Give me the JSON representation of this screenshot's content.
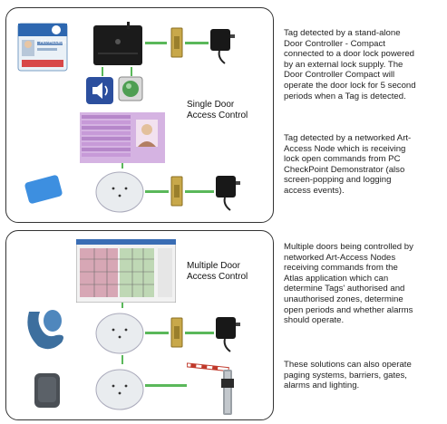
{
  "top_panel": {
    "label_line1": "Single Door",
    "label_line2": "Access Control",
    "card_title": "Art-Access",
    "card_name": "",
    "form_rows": [
      "",
      "",
      "",
      "",
      "",
      "",
      "",
      "",
      "",
      ""
    ],
    "icons": [
      "access-card-icon",
      "tag-reader-icon",
      "door-controller-compact-icon",
      "door-lock-icon",
      "lock-power-supply-icon",
      "speaker-icon",
      "push-button-icon",
      "key-fob-tag-icon",
      "art-access-node-icon",
      "pc-checkpoint-screen-icon"
    ]
  },
  "bottom_panel": {
    "label_line1": "Multiple Door",
    "label_line2": "Access Control",
    "icons": [
      "atlas-floorplan-screen-icon",
      "wristband-tag-icon",
      "key-tag-icon",
      "art-access-node-icon",
      "door-lock-icon",
      "lock-power-supply-icon",
      "barrier-gate-icon"
    ]
  },
  "descriptions": {
    "p1": [
      "Tag detected by a stand-alone",
      "Door Controller - Compact",
      "connected to a door lock powered",
      "by an external lock supply. The",
      "Door Controller Compact will",
      "operate the door lock for 5 second",
      "periods when a Tag is detected."
    ],
    "p2": [
      "Tag detected by a networked Art-",
      "Access Node which is receiving",
      "lock open commands from PC",
      "CheckPoint Demonstrator (also",
      "screen-popping and logging",
      "access events)."
    ],
    "p2_misspelled_word": "CheckPoint",
    "p3": [
      "Multiple doors being controlled by",
      "networked Art-Access Nodes",
      "receiving commands from the",
      "Atlas application which can",
      "determine Tags' authorised and",
      "unauthorised zones, determine",
      "open periods and whether alarms",
      "should operate."
    ],
    "p4": [
      "These solutions can also operate",
      "paging systems, barriers, gates,",
      "alarms and lighting."
    ]
  },
  "colors": {
    "connector": "#5ab85a",
    "panel_border": "#333333",
    "node": "#e9ecef",
    "lock_brass": "#c8a84a",
    "form_purple": "#c79ad8",
    "floorplan_pink": "#d7a7b5",
    "wristband_blue": "#3d6f9e"
  }
}
